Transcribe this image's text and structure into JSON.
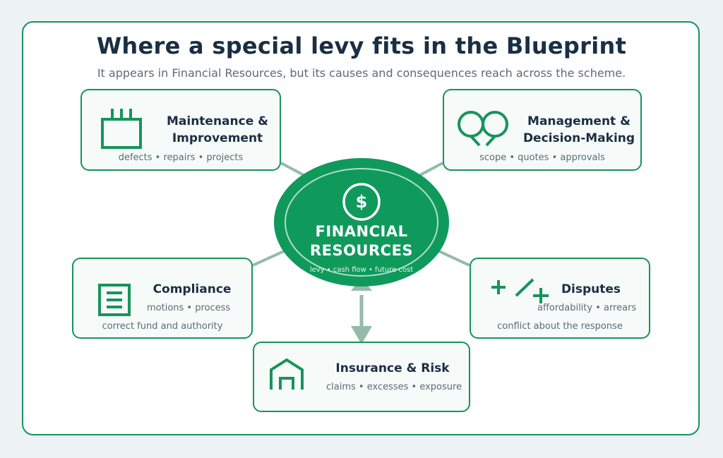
{
  "header": {
    "title": "Where a special levy fits in the Blueprint",
    "subtitle": "It appears in Financial Resources, but its causes and consequences reach across the scheme."
  },
  "hub": {
    "icon": "dollar-icon",
    "symbol": "$",
    "line1": "FINANCIAL",
    "line2": "RESOURCES",
    "tags": "levy • cash flow • future cost"
  },
  "cards": {
    "maintenance": {
      "icon": "building-icon",
      "title_line1": "Maintenance &",
      "title_line2": "Improvement",
      "sub": "defects • repairs • projects"
    },
    "management": {
      "icon": "speech-bubbles-icon",
      "title_line1": "Management &",
      "title_line2": "Decision-Making",
      "sub": "scope • quotes • approvals"
    },
    "compliance": {
      "icon": "document-icon",
      "title": "Compliance",
      "sub1": "motions • process",
      "sub2": "correct fund and authority"
    },
    "disputes": {
      "icon": "plus-slash-plus-icon",
      "title": "Disputes",
      "sub1": "affordability • arrears",
      "sub2": "conflict about the response"
    },
    "insurance": {
      "icon": "garage-shelter-icon",
      "title": "Insurance & Risk",
      "sub": "claims • excesses • exposure"
    }
  },
  "colors": {
    "accent": "#17945a",
    "hub_fill": "#0f9a5c",
    "connector": "#94bba9",
    "title": "#1a2e44",
    "muted": "#5c6b78"
  }
}
